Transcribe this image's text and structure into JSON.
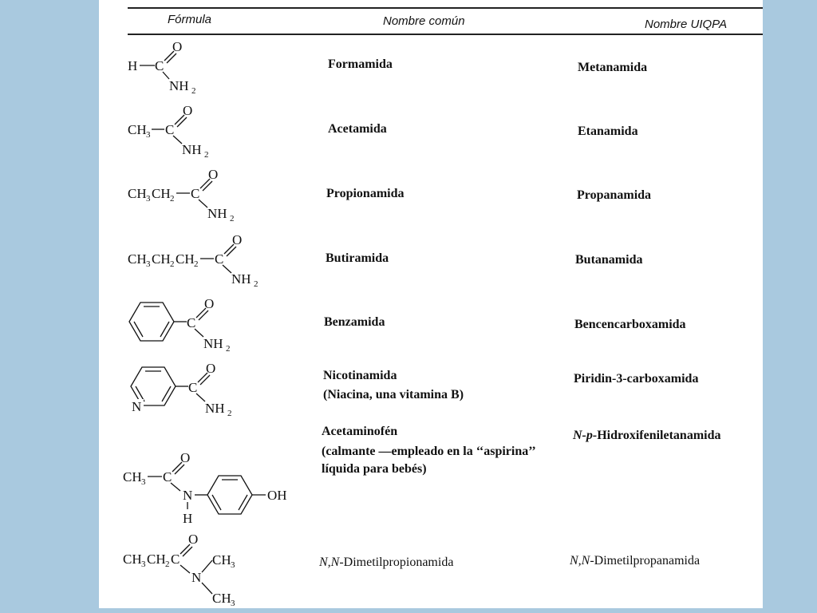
{
  "headers": {
    "formula": "Fórmula",
    "common": "Nombre común",
    "iupac": "Nombre UIQPA"
  },
  "rows": [
    {
      "common": "Formamida",
      "iupac": "Metanamida"
    },
    {
      "common": "Acetamida",
      "iupac": "Etanamida"
    },
    {
      "common": "Propionamida",
      "iupac": "Propanamida"
    },
    {
      "common": "Butiramida",
      "iupac": "Butanamida"
    },
    {
      "common": "Benzamida",
      "iupac": "Bencencarboxamida"
    },
    {
      "common": "Nicotinamida",
      "common_note": "(Niacina, una vitamina B)",
      "iupac": "Piridin-3-carboxamida"
    },
    {
      "common": "Acetaminofén",
      "common_note_1": "(calmante —empleado en la ‘‘aspirina’’",
      "common_note_2": "líquida para bebés)",
      "iupac_prefix": "N-p-",
      "iupac": "Hidroxifeniletanamida"
    },
    {
      "common_prefix": "N,N-",
      "common": "Dimetilpropionamida",
      "iupac_prefix": "N,N-",
      "iupac": "Dimetilpropanamida"
    }
  ],
  "formulas": {
    "f1": {
      "left": "H",
      "c": "C",
      "o": "O",
      "n": "NH",
      "n_sub": "2"
    },
    "f2": {
      "left": "CH",
      "left_sub": "3",
      "c": "C",
      "o": "O",
      "n": "NH",
      "n_sub": "2"
    },
    "f3": {
      "l1": "CH",
      "s1": "3",
      "l2": "CH",
      "s2": "2",
      "c": "C",
      "o": "O",
      "n": "NH",
      "n_sub": "2"
    },
    "f4": {
      "l1": "CH",
      "s1": "3",
      "l2": "CH",
      "s2": "2",
      "l3": "CH",
      "s3": "2",
      "c": "C",
      "o": "O",
      "n": "NH",
      "n_sub": "2"
    },
    "f5": {
      "c": "C",
      "o": "O",
      "n": "NH",
      "n_sub": "2"
    },
    "f6": {
      "ring_n": "N",
      "c": "C",
      "o": "O",
      "n": "NH",
      "n_sub": "2"
    },
    "f7": {
      "left": "CH",
      "left_sub": "3",
      "c": "C",
      "o": "O",
      "n": "N",
      "h": "H",
      "oh": "OH"
    },
    "f8": {
      "l1": "CH",
      "s1": "3",
      "l2": "CH",
      "s2": "2",
      "c": "C",
      "o": "O",
      "n": "N",
      "m1": "CH",
      "m1_sub": "3",
      "m2": "CH",
      "m2_sub": "3"
    }
  }
}
